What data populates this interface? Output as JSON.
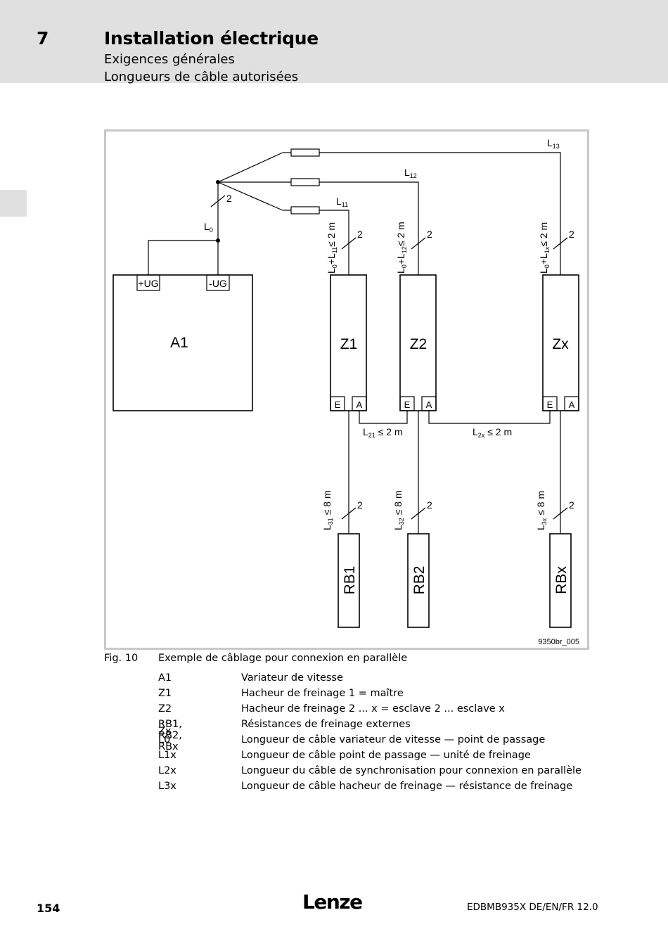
{
  "header": {
    "chapter_number": "7",
    "chapter_title": "Installation électrique",
    "subtitle_1": "Exigences générales",
    "subtitle_2": "Longueurs de câble autorisées"
  },
  "diagram": {
    "inverter_label": "A1",
    "terminal_plus": "+UG",
    "terminal_minus": "-UG",
    "choppers": [
      "Z1",
      "Z2",
      "Zx"
    ],
    "resistors": [
      "RB1",
      "RB2",
      "RBx"
    ],
    "terminal_e": "E",
    "terminal_a": "A",
    "conductor_count": "2",
    "l0": "L",
    "l0_sub": "0",
    "l11": "L",
    "l11_sub": "11",
    "l12": "L",
    "l12_sub": "12",
    "l13": "L",
    "l13_sub": "13",
    "len_z1_parts": [
      "L",
      "0",
      "+L",
      "11",
      "≤ 2 m"
    ],
    "len_z2_parts": [
      "L",
      "0",
      "+L",
      "12",
      "≤ 2 m"
    ],
    "len_zx_parts": [
      "L",
      "0",
      "+L",
      "1x",
      "≤ 2 m"
    ],
    "l21_parts": [
      "L",
      "21",
      " ≤ 2 m"
    ],
    "l2x_parts": [
      "L",
      "2x",
      " ≤ 2 m"
    ],
    "l31_parts": [
      "L",
      "31",
      " ≤ 8 m"
    ],
    "l32_parts": [
      "L",
      "32",
      " ≤ 8 m"
    ],
    "l3x_parts": [
      "L",
      "3x",
      " ≤ 8 m"
    ],
    "figure_code": "9350br_005"
  },
  "caption": {
    "label": "Fig. 10",
    "text": "Exemple de câblage pour connexion en parallèle"
  },
  "legend": [
    {
      "key": "A1",
      "desc": "Variateur de vitesse"
    },
    {
      "key": "Z1",
      "desc": "Hacheur de freinage 1 = maître"
    },
    {
      "key": "Z2 ... Zx",
      "desc": "Hacheur de freinage 2 ... x = esclave 2 ... esclave x"
    },
    {
      "key": "RB1, RB2, RBx",
      "desc": "Résistances de freinage externes"
    },
    {
      "key": "L0",
      "desc": "Longueur de câble variateur de vitesse — point de passage"
    },
    {
      "key": "L1x",
      "desc": "Longueur de câble point de passage — unité de freinage"
    },
    {
      "key": "L2x",
      "desc": "Longueur du câble de synchronisation pour connexion en parallèle"
    },
    {
      "key": "L3x",
      "desc": "Longueur de câble hacheur de freinage — résistance de freinage"
    }
  ],
  "footer": {
    "page_number": "154",
    "logo_text": "Lenze",
    "doc_id": "EDBMB935X  DE/EN/FR  12.0"
  }
}
